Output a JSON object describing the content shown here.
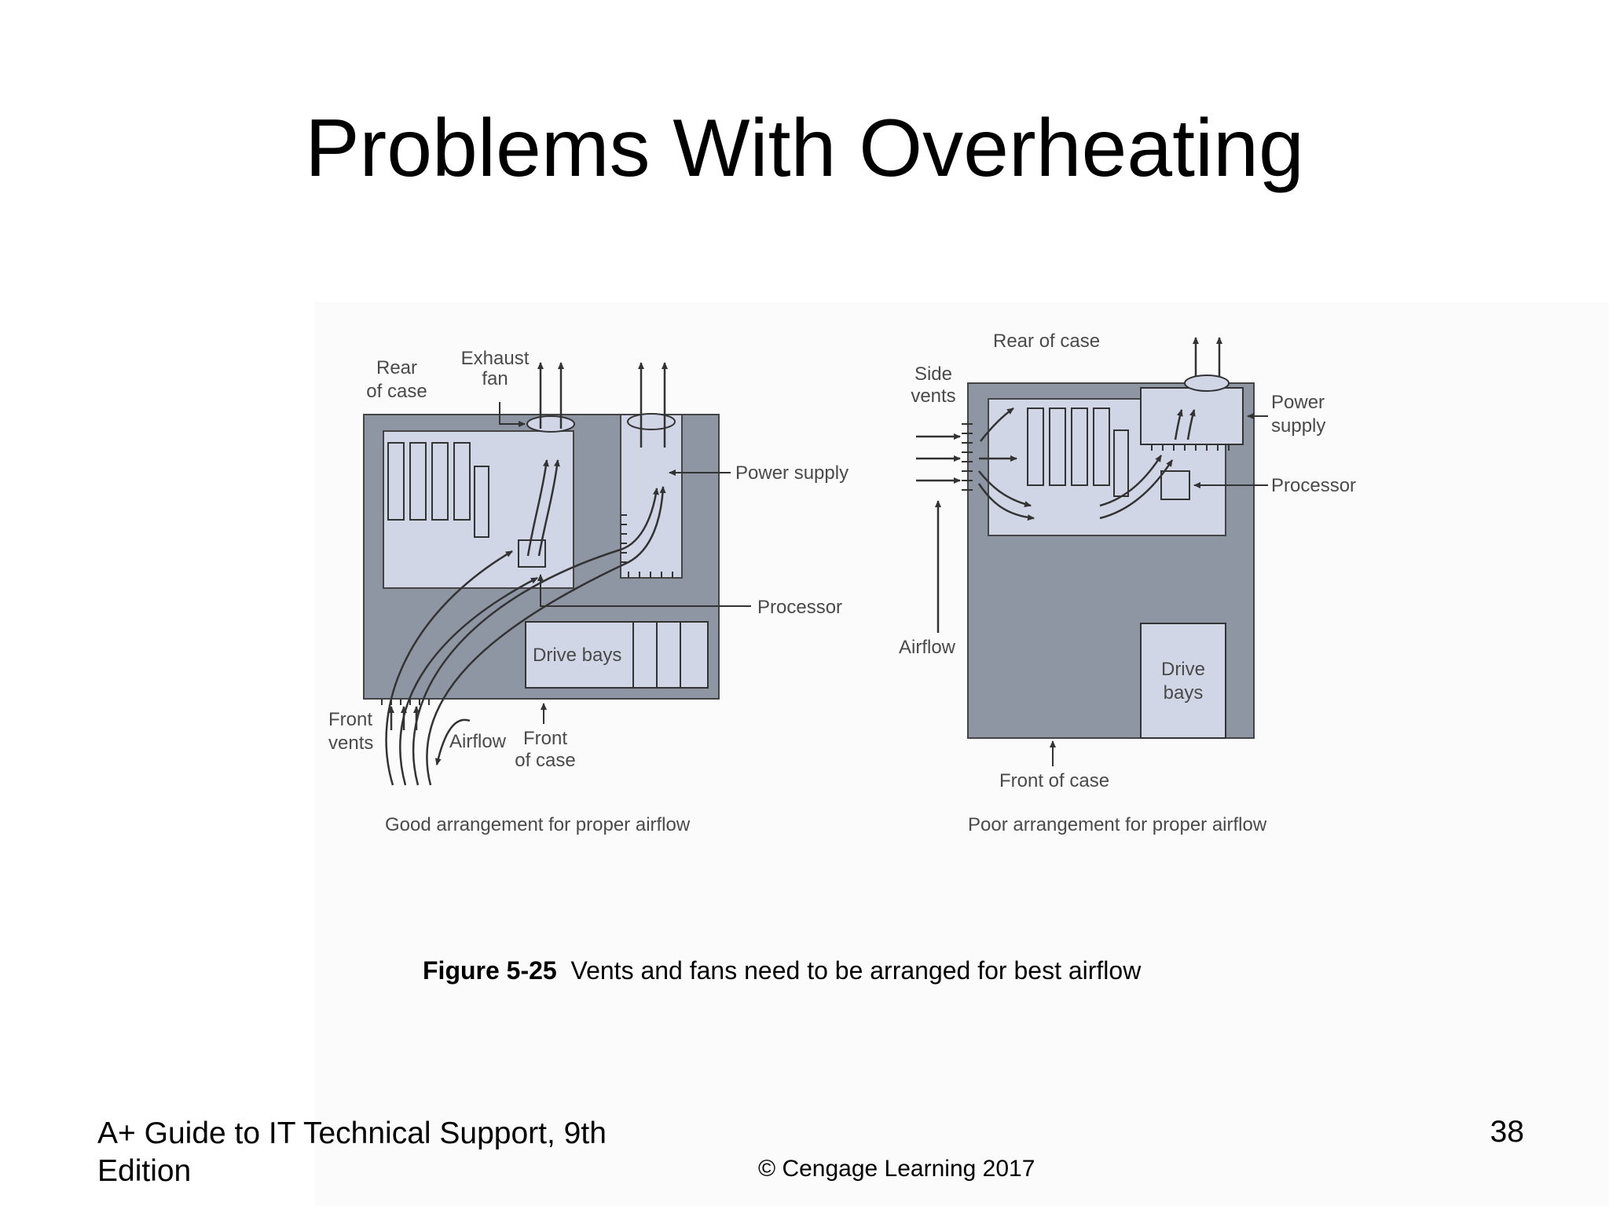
{
  "slide": {
    "title": "Problems With Overheating",
    "page_number": "38"
  },
  "figure": {
    "caption_number": "Figure 5-25",
    "caption_text": "Vents and fans need to be arranged for best airflow",
    "good": {
      "rear_of_case": [
        "Rear",
        "of case"
      ],
      "exhaust_fan": [
        "Exhaust",
        "fan"
      ],
      "power_supply": "Power supply",
      "processor": "Processor",
      "drive_bays": "Drive bays",
      "front_vents": [
        "Front",
        "vents"
      ],
      "airflow": "Airflow",
      "front_of_case": [
        "Front",
        "of case"
      ],
      "subcaption": "Good arrangement for proper airflow"
    },
    "poor": {
      "rear_of_case": "Rear of case",
      "side_vents": [
        "Side",
        "vents"
      ],
      "power_supply": [
        "Power",
        "supply"
      ],
      "processor": "Processor",
      "airflow": "Airflow",
      "drive_bays": [
        "Drive",
        "bays"
      ],
      "front_of_case": "Front of case",
      "subcaption": "Poor arrangement for proper airflow"
    }
  },
  "footer": {
    "book_title": "A+ Guide to IT Technical Support, 9th Edition",
    "copyright": "© Cengage Learning  2017"
  },
  "colors": {
    "case_gray": "#8f96a3",
    "board_light": "#d0d6e6",
    "line_dark": "#333333",
    "label_gray": "#4a4a4a"
  }
}
